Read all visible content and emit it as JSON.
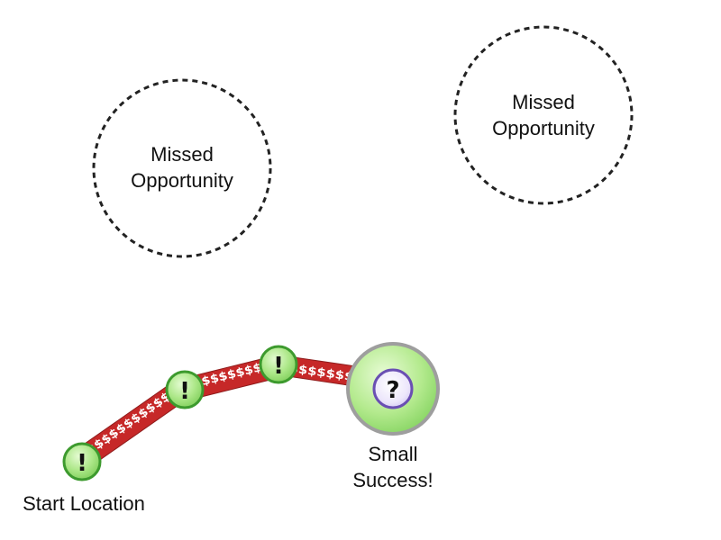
{
  "missed_opportunities": [
    {
      "line1": "Missed",
      "line2": "Opportunity"
    },
    {
      "line1": "Missed",
      "line2": "Opportunity"
    }
  ],
  "path": {
    "segment_glyph": "$",
    "nodes": [
      {
        "glyph": "!"
      },
      {
        "glyph": "!"
      },
      {
        "glyph": "!"
      }
    ],
    "start_label": "Start Location"
  },
  "goal": {
    "glyph": "?",
    "label_line1": "Small",
    "label_line2": "Success!"
  },
  "colors": {
    "node_fill": "#9ee07a",
    "node_stroke": "#3d9a2e",
    "path_fill": "#c62828",
    "goal_ring": "#9e9e9e",
    "goal_inner_stroke": "#6a4fb3",
    "dashed_outline": "#222222"
  }
}
